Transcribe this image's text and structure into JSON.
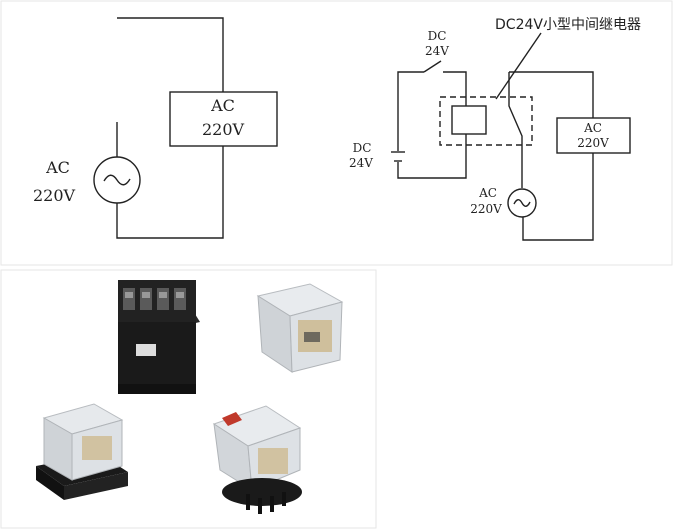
{
  "diagram_left": {
    "load_label_line1": "AC",
    "load_label_line2": "220V",
    "source_label_line1": "AC",
    "source_label_line2": "220V"
  },
  "diagram_right": {
    "title": "DC24V小型中间继电器",
    "switch_label_line1": "DC",
    "switch_label_line2": "24V",
    "battery_label_line1": "DC",
    "battery_label_line2": "24V",
    "load_label_line1": "AC",
    "load_label_line2": "220V",
    "source_label_line1": "AC",
    "source_label_line2": "220V"
  },
  "colors": {
    "line": "#222222",
    "panel_border": "#e6e6e6",
    "relay_body_black": "#1a1a1a",
    "relay_clear_cover": "#d9dde0"
  },
  "photos": {
    "items": [
      "relay-with-black-terminal-block",
      "clear-square-relay",
      "clear-relay-on-black-socket",
      "clear-relay-with-pin-base"
    ]
  }
}
